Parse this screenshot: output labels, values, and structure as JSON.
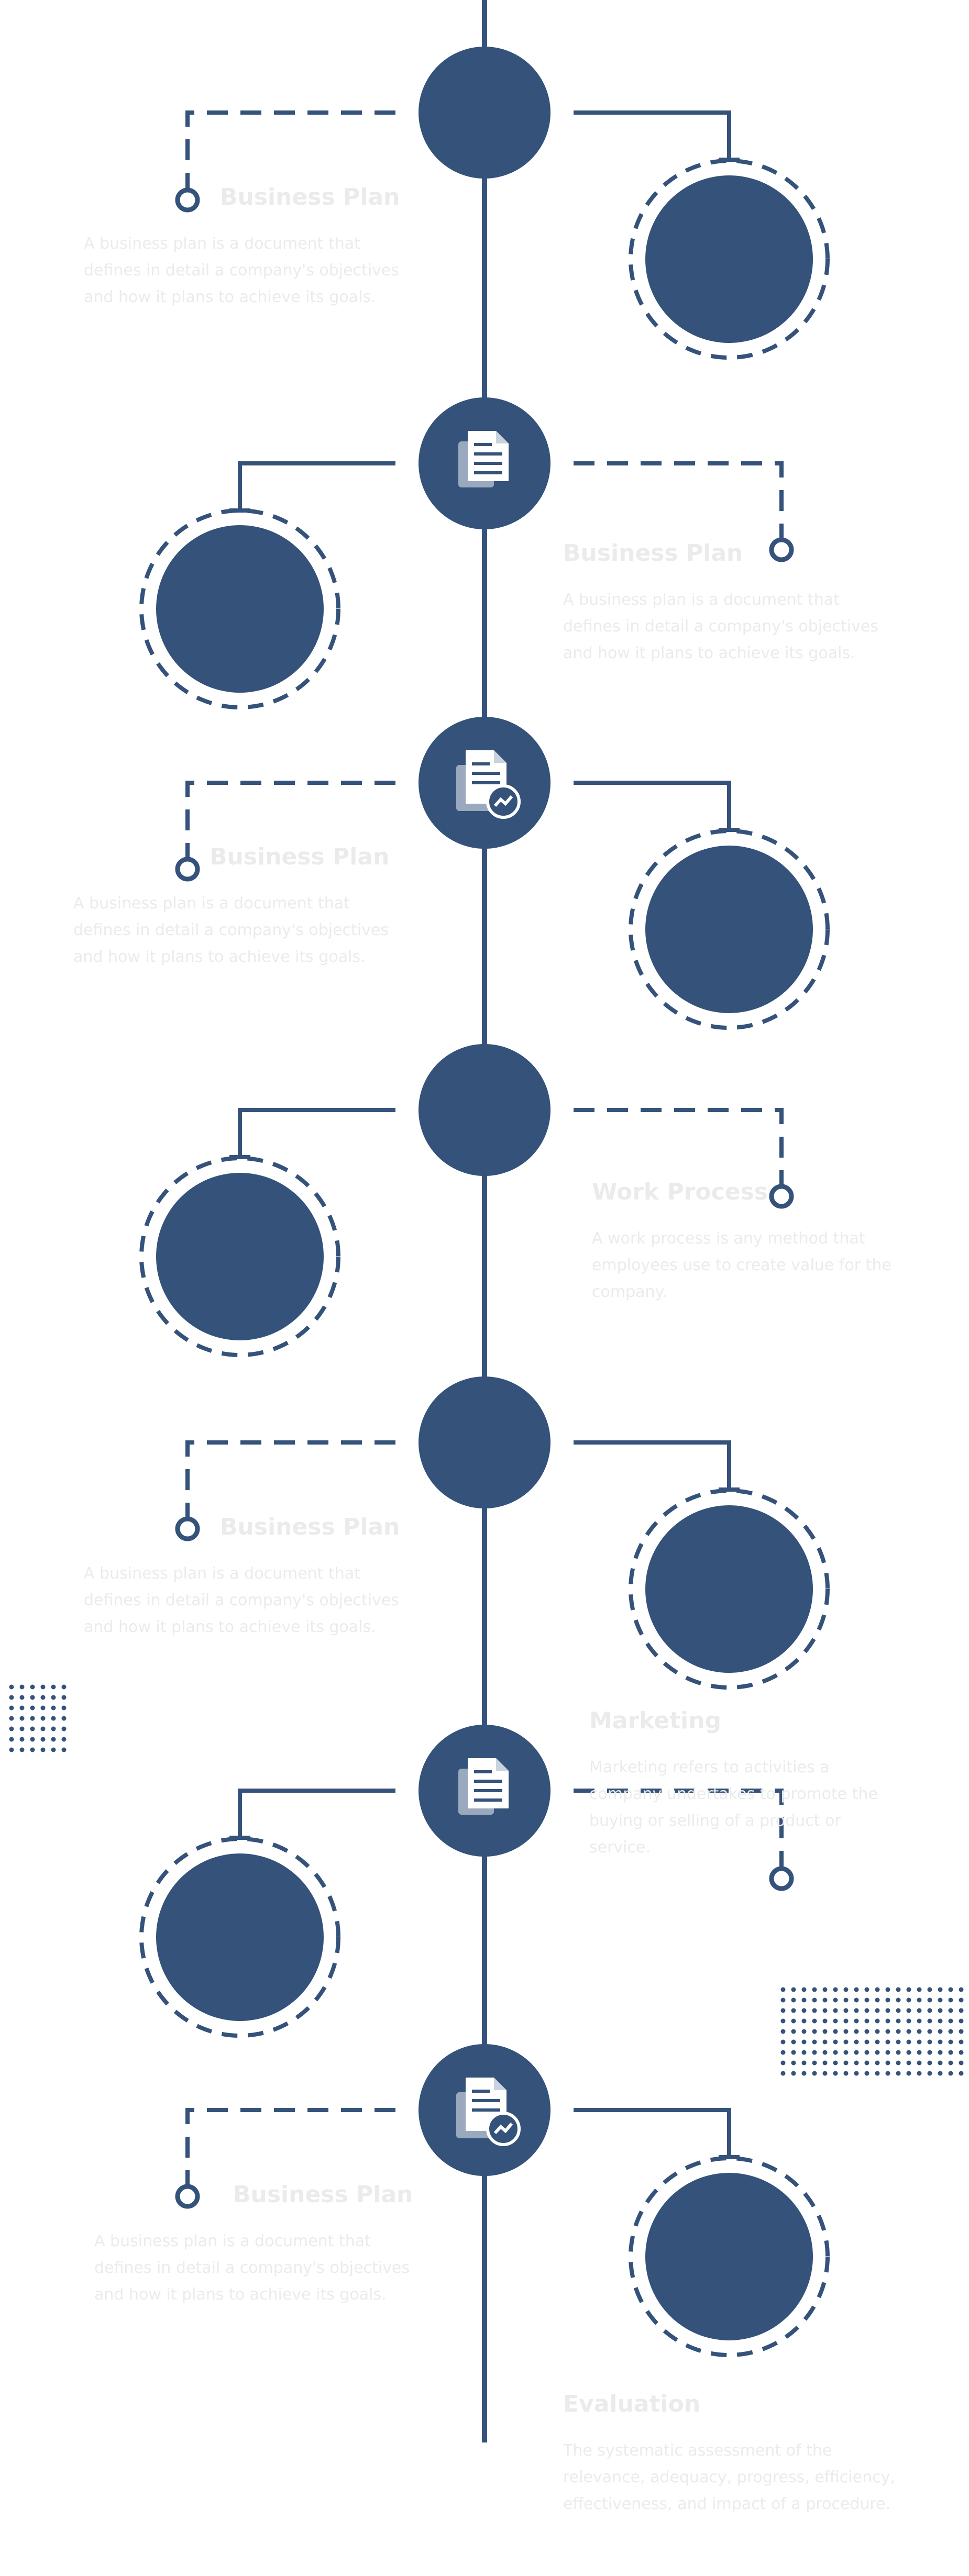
{
  "colors": {
    "primary": "#34527a",
    "text_faint": "#ebebeb",
    "icon_paper": "#ffffff",
    "icon_shadow": "#9aa9bd"
  },
  "items": [
    {
      "title": "Business Plan",
      "desc": "A business plan is a document that defines in detail a company's objectives and how it plans to achieve its goals.",
      "icon": "none"
    },
    {
      "title": "Business Plan",
      "desc": "A business plan is a document that defines in detail a company's objectives and how it plans to achieve its goals.",
      "icon": "document-icon"
    },
    {
      "title": "Business Plan",
      "desc": "A business plan is a document that defines in detail a company's objectives and how it plans to achieve its goals.",
      "icon": "report-chart-icon"
    },
    {
      "title": "Work Process",
      "desc": "A work process is any method that employees use to create value for the company.",
      "icon": "none"
    },
    {
      "title": "Business Plan",
      "desc": "A business plan is a document that defines in detail a company's objectives and how it plans to achieve its goals.",
      "icon": "none"
    },
    {
      "title": "Marketing",
      "desc": "Marketing refers to activities a company undertakes to promote the buying or selling of a product or service.",
      "icon": "document-icon"
    },
    {
      "title": "Business Plan",
      "desc": "A business plan is a document that defines in detail a company's objectives and how it plans to achieve its goals.",
      "icon": "report-chart-icon"
    },
    {
      "title": "Evaluation",
      "desc": "The systematic assessment of the relevance, adequacy, progress, efficiency, effectiveness, and impact of a procedure.",
      "icon": "none"
    }
  ]
}
